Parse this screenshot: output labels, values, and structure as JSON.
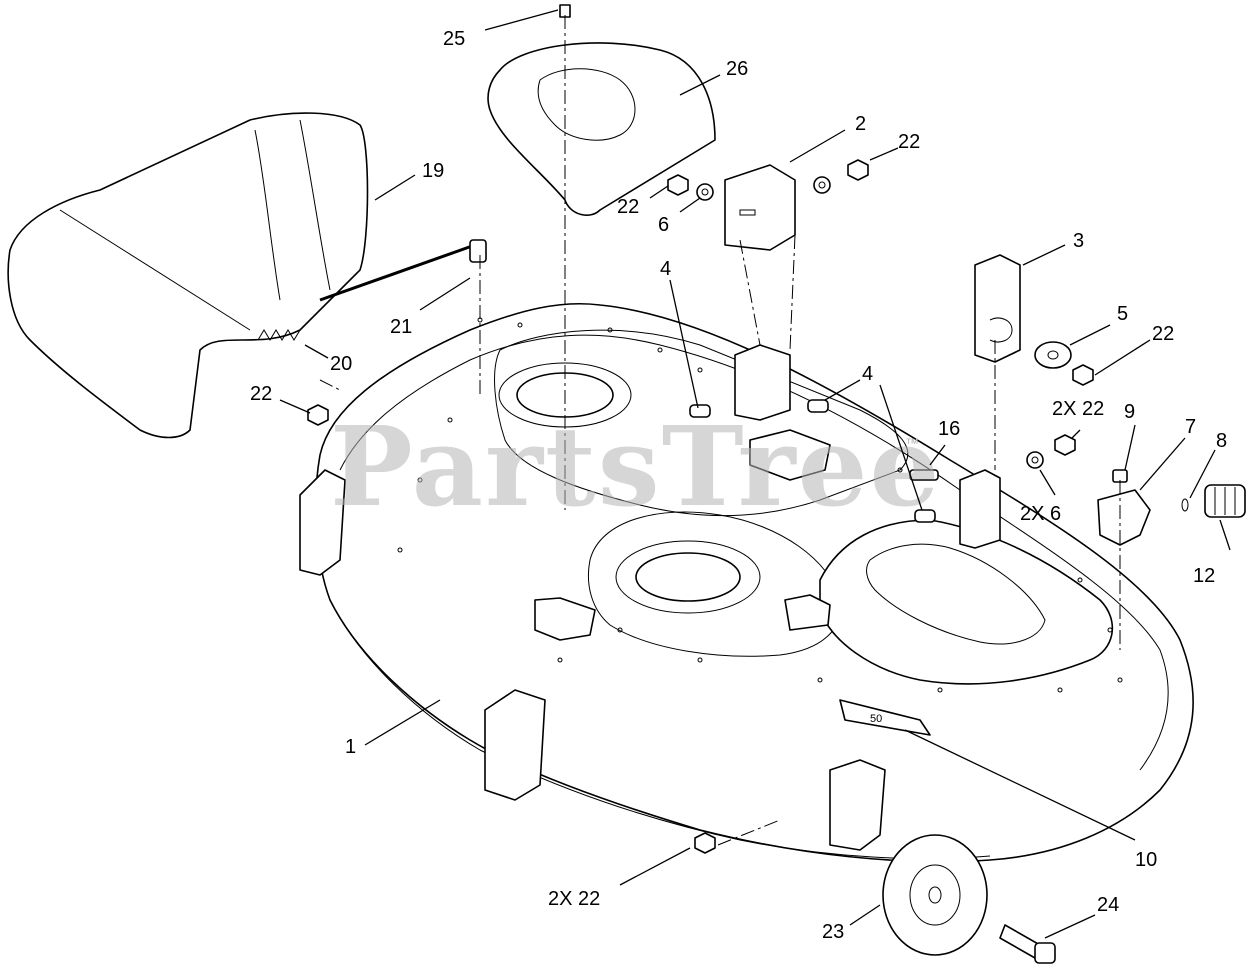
{
  "watermark": {
    "text": "PartsTree",
    "trademark": "™"
  },
  "callouts": [
    {
      "id": "c25",
      "text": "25"
    },
    {
      "id": "c26",
      "text": "26"
    },
    {
      "id": "c19",
      "text": "19"
    },
    {
      "id": "c2",
      "text": "2"
    },
    {
      "id": "c22a",
      "text": "22"
    },
    {
      "id": "c22b",
      "text": "22"
    },
    {
      "id": "c6a",
      "text": "6"
    },
    {
      "id": "c4a",
      "text": "4"
    },
    {
      "id": "c3",
      "text": "3"
    },
    {
      "id": "c21",
      "text": "21"
    },
    {
      "id": "c5",
      "text": "5"
    },
    {
      "id": "c22c",
      "text": "22"
    },
    {
      "id": "c20",
      "text": "20"
    },
    {
      "id": "c22d",
      "text": "22"
    },
    {
      "id": "c4b",
      "text": "4"
    },
    {
      "id": "c2x22a",
      "text": "2X 22"
    },
    {
      "id": "c9",
      "text": "9"
    },
    {
      "id": "c7",
      "text": "7"
    },
    {
      "id": "c8",
      "text": "8"
    },
    {
      "id": "c16",
      "text": "16"
    },
    {
      "id": "c2x6",
      "text": "2X 6"
    },
    {
      "id": "c12",
      "text": "12"
    },
    {
      "id": "c1",
      "text": "1"
    },
    {
      "id": "c10",
      "text": "10"
    },
    {
      "id": "c2x22b",
      "text": "2X 22"
    },
    {
      "id": "c24",
      "text": "24"
    },
    {
      "id": "c23",
      "text": "23"
    }
  ]
}
